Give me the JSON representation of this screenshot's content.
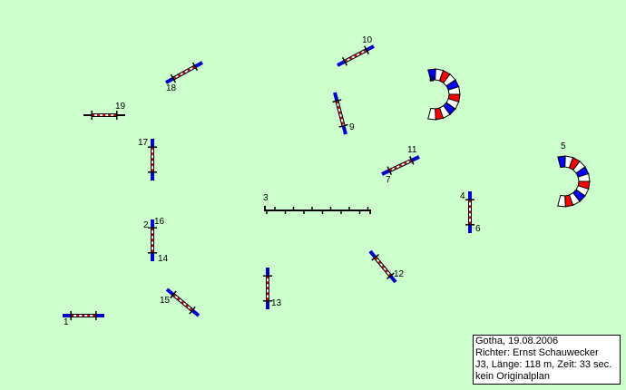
{
  "obstacles": {
    "o1": "1",
    "o2": "2",
    "o3": "3",
    "o4": "4",
    "o5": "5",
    "o6": "6",
    "o7": "7",
    "o8": "8",
    "o9": "9",
    "o10": "10",
    "o11": "11",
    "o12": "12",
    "o13": "13",
    "o14": "14",
    "o15": "15",
    "o16": "16",
    "o17": "17",
    "o18": "18",
    "o19": "19"
  },
  "info": {
    "line1": "Gotha, 19.08.2006",
    "line2": "Richter: Ernst Schauwecker",
    "line3": "J3, Länge: 118 m, Zeit: 33 sec.",
    "line4": "kein Originalplan"
  },
  "colors": {
    "background": "#ccffcc",
    "wing": "#0000cc",
    "tunnel_red": "#ff0000",
    "tunnel_blue": "#0000ff"
  }
}
